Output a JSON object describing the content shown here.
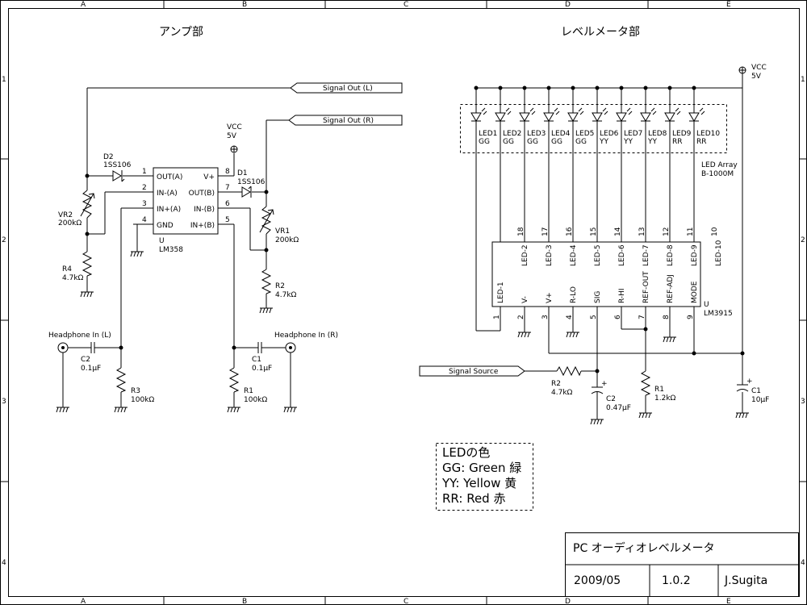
{
  "frame": {
    "col_labels": [
      "A",
      "B",
      "C",
      "D",
      "E"
    ],
    "row_labels": [
      "1",
      "2",
      "3",
      "4"
    ]
  },
  "sections": {
    "amp": "アンプ部",
    "meter": "レベルメータ部"
  },
  "amp": {
    "ic_ref": "U",
    "ic_part": "LM358",
    "pins_left": [
      {
        "num": "1",
        "name": "OUT(A)"
      },
      {
        "num": "2",
        "name": "IN-(A)"
      },
      {
        "num": "3",
        "name": "IN+(A)"
      },
      {
        "num": "4",
        "name": "GND"
      }
    ],
    "pins_right": [
      {
        "num": "8",
        "name": "V+"
      },
      {
        "num": "7",
        "name": "OUT(B)"
      },
      {
        "num": "6",
        "name": "IN-(B)"
      },
      {
        "num": "5",
        "name": "IN+(B)"
      }
    ],
    "signal_out_l": "Signal Out (L)",
    "signal_out_r": "Signal Out (R)",
    "vcc_label": "VCC",
    "vcc_value": "5V",
    "d1": {
      "ref": "D1",
      "part": "1SS106"
    },
    "d2": {
      "ref": "D2",
      "part": "1SS106"
    },
    "vr1": {
      "ref": "VR1",
      "value": "200kΩ"
    },
    "vr2": {
      "ref": "VR2",
      "value": "200kΩ"
    },
    "r2": {
      "ref": "R2",
      "value": "4.7kΩ"
    },
    "r4": {
      "ref": "R4",
      "value": "4.7kΩ"
    },
    "r1": {
      "ref": "R1",
      "value": "100kΩ"
    },
    "r3": {
      "ref": "R3",
      "value": "100kΩ"
    },
    "c1": {
      "ref": "C1",
      "value": "0.1µF"
    },
    "c2": {
      "ref": "C2",
      "value": "0.1µF"
    },
    "hp_l": "Headphone In (L)",
    "hp_r": "Headphone In (R)"
  },
  "meter": {
    "vcc_label": "VCC",
    "vcc_value": "5V",
    "leds": [
      {
        "name": "LED1",
        "color": "GG"
      },
      {
        "name": "LED2",
        "color": "GG"
      },
      {
        "name": "LED3",
        "color": "GG"
      },
      {
        "name": "LED4",
        "color": "GG"
      },
      {
        "name": "LED5",
        "color": "GG"
      },
      {
        "name": "LED6",
        "color": "YY"
      },
      {
        "name": "LED7",
        "color": "YY"
      },
      {
        "name": "LED8",
        "color": "YY"
      },
      {
        "name": "LED9",
        "color": "RR"
      },
      {
        "name": "LED10",
        "color": "RR"
      }
    ],
    "led_array": "LED Array",
    "led_array_part": "B-1000M",
    "top_pins": [
      {
        "num": "18",
        "name": "LED-2"
      },
      {
        "num": "17",
        "name": "LED-3"
      },
      {
        "num": "16",
        "name": "LED-4"
      },
      {
        "num": "15",
        "name": "LED-5"
      },
      {
        "num": "14",
        "name": "LED-6"
      },
      {
        "num": "13",
        "name": "LED-7"
      },
      {
        "num": "12",
        "name": "LED-8"
      },
      {
        "num": "11",
        "name": "LED-9"
      },
      {
        "num": "10",
        "name": "LED-10"
      }
    ],
    "bottom_pins": [
      {
        "num": "1",
        "name": "LED-1"
      },
      {
        "num": "2",
        "name": "V-"
      },
      {
        "num": "3",
        "name": "V+"
      },
      {
        "num": "4",
        "name": "R-LO"
      },
      {
        "num": "5",
        "name": "SIG"
      },
      {
        "num": "6",
        "name": "R-HI"
      },
      {
        "num": "7",
        "name": "REF-OUT"
      },
      {
        "num": "8",
        "name": "REF-ADJ"
      },
      {
        "num": "9",
        "name": "MODE"
      }
    ],
    "ic_ref": "U",
    "ic_part": "LM3915",
    "signal_source": "Signal Source",
    "r2": {
      "ref": "R2",
      "value": "4.7kΩ"
    },
    "r1": {
      "ref": "R1",
      "value": "1.2kΩ"
    },
    "c2": {
      "ref": "C2",
      "value": "0.47µF"
    },
    "c1": {
      "ref": "C1",
      "value": "10µF"
    }
  },
  "legend": {
    "title": "LEDの色",
    "items": [
      "GG: Green 緑",
      "YY: Yellow 黄",
      "RR: Red 赤"
    ]
  },
  "title_block": {
    "title": "PC オーディオレベルメータ",
    "date": "2009/05",
    "version": "1.0.2",
    "author": "J.Sugita"
  }
}
